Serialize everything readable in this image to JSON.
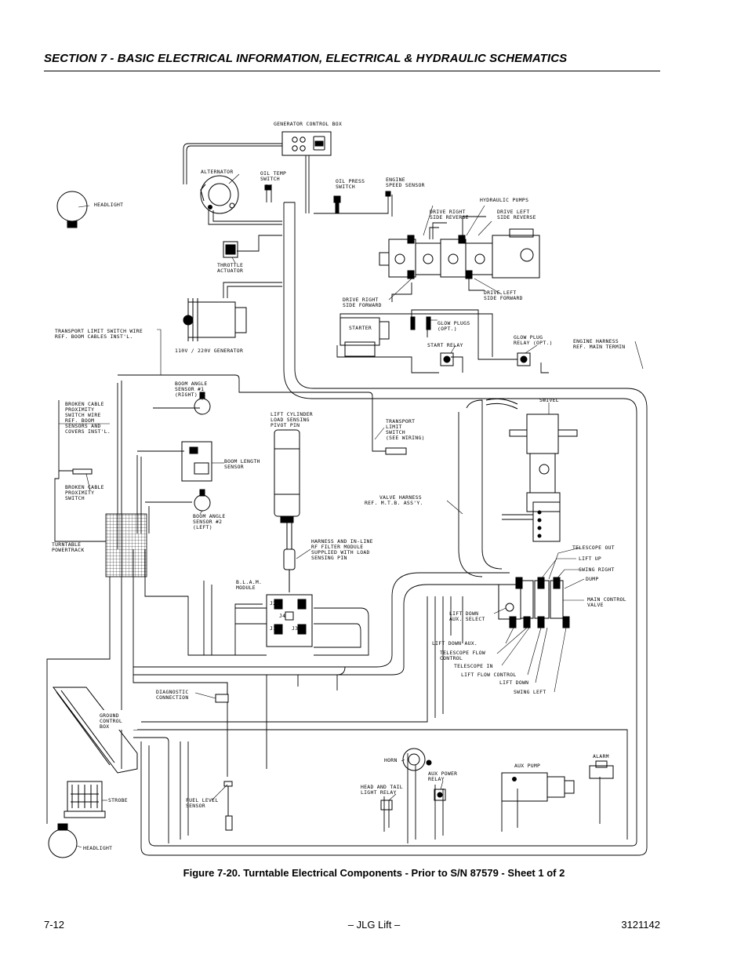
{
  "header": {
    "section_title": "SECTION 7 - BASIC ELECTRICAL INFORMATION, ELECTRICAL & HYDRAULIC SCHEMATICS"
  },
  "figure": {
    "caption": "Figure 7-20.  Turntable Electrical Components - Prior to S/N 87579 - Sheet 1 of 2"
  },
  "footer": {
    "page_number": "7-12",
    "center_text": "– JLG Lift –",
    "doc_number": "3121142"
  },
  "labels": {
    "generator_control_box": "GENERATOR CONTROL BOX",
    "alternator": "ALTERNATOR",
    "oil_temp_1": "OIL TEMP",
    "oil_temp_2": "SWITCH",
    "oil_press_1": "OIL PRESS",
    "oil_press_2": "SWITCH",
    "engine_speed_1": "ENGINE",
    "engine_speed_2": "SPEED SENSOR",
    "headlight_top": "HEADLIGHT",
    "hydraulic_pumps": "HYDRAULIC PUMPS",
    "drive_right_rev_1": "DRIVE RIGHT",
    "drive_right_rev_2": "SIDE REVERSE",
    "drive_left_rev_1": "DRIVE LEFT",
    "drive_left_rev_2": "SIDE REVERSE",
    "throttle_1": "THROTTLE",
    "throttle_2": "ACTUATOR",
    "drive_right_fwd_1": "DRIVE RIGHT",
    "drive_right_fwd_2": "SIDE FORWARD",
    "drive_left_fwd_1": "DRIVE LEFT",
    "drive_left_fwd_2": "SIDE FORWARD",
    "starter": "STARTER",
    "glow_plugs_1": "GLOW PLUGS",
    "glow_plugs_2": "(OPT.)",
    "start_relay": "START RELAY",
    "glow_plug_relay_1": "GLOW PLUG",
    "glow_plug_relay_2": "RELAY (OPT.)",
    "engine_harness_1": "ENGINE HARNESS",
    "engine_harness_2": "REF. MAIN TERMIN",
    "transport_wire_1": "TRANSPORT LIMIT SWITCH WIRE",
    "transport_wire_2": "REF. BOOM CABLES INST'L.",
    "generator": "110V / 220V GENERATOR",
    "boom_angle_1_a": "BOOM ANGLE",
    "boom_angle_1_b": "SENSOR #1",
    "boom_angle_1_c": "(RIGHT)",
    "broken_cable_sw_1": "BROKEN CABLE",
    "broken_cable_sw_2": "PROXIMITY",
    "broken_cable_sw_3": "SWITCH WIRE",
    "broken_cable_sw_4": "REF. BOOM",
    "broken_cable_sw_5": "SENSORS AND",
    "broken_cable_sw_6": "COVERS INST'L.",
    "lift_cyl_1": "LIFT CYLINDER",
    "lift_cyl_2": "LOAD SENSING",
    "lift_cyl_3": "PIVOT PIN",
    "transport_sw_1": "TRANSPORT",
    "transport_sw_2": "LIMIT",
    "transport_sw_3": "SWITCH",
    "transport_sw_4": "(SEE WIRING)",
    "swivel": "SWIVEL",
    "boom_length_1": "BOOM LENGTH",
    "boom_length_2": "SENSOR",
    "broken_cable_prox_1": "BROKEN CABLE",
    "broken_cable_prox_2": "PROXIMITY",
    "broken_cable_prox_3": "SWITCH",
    "valve_harness_1": "VALVE HARNESS",
    "valve_harness_2": "REF. M.T.B. ASS'Y.",
    "boom_angle_2_a": "BOOM ANGLE",
    "boom_angle_2_b": "SENSOR #2",
    "boom_angle_2_c": "(LEFT)",
    "turntable_pt_1": "TURNTABLE",
    "turntable_pt_2": "POWERTRACK",
    "harness_1": "HARNESS AND IN-LINE",
    "harness_2": "RF FILTER MODULE",
    "harness_3": "SUPPLIED WITH LOAD",
    "harness_4": "SENSING PIN",
    "telescope_out": "TELESCOPE OUT",
    "lift_up": "LIFT UP",
    "swing_right": "SWING RIGHT",
    "dump": "DUMP",
    "blam_1": "B.L.A.M.",
    "blam_2": "MODULE",
    "main_control_1": "MAIN CONTROL",
    "main_control_2": "VALVE",
    "lift_down_aux_sel_1": "LIFT DOWN",
    "lift_down_aux_sel_2": "AUX. SELECT",
    "lift_down_aux": "LIFT DOWN AUX.",
    "telescope_flow_1": "TELESCOPE FLOW",
    "telescope_flow_2": "CONTROL",
    "telescope_in": "TELESCOPE IN",
    "lift_flow": "LIFT FLOW CONTROL",
    "lift_down": "LIFT DOWN",
    "swing_left": "SWING LEFT",
    "diagnostic_1": "DIAGNOSTIC",
    "diagnostic_2": "CONNECTION",
    "ground_box_1": "GROUND",
    "ground_box_2": "CONTROL",
    "ground_box_3": "BOX",
    "horn": "HORN",
    "aux_pump": "AUX PUMP",
    "alarm": "ALARM",
    "aux_power_1": "AUX POWER",
    "aux_power_2": "RELAY",
    "head_tail_1": "HEAD AND TAIL",
    "head_tail_2": "LIGHT RELAY",
    "strobe": "STROBE",
    "fuel_1": "FUEL LEVEL",
    "fuel_2": "SENSOR",
    "headlight_bottom": "HEADLIGHT",
    "j1": "J1",
    "j2": "J2",
    "j3": "J3",
    "j4": "J4"
  }
}
